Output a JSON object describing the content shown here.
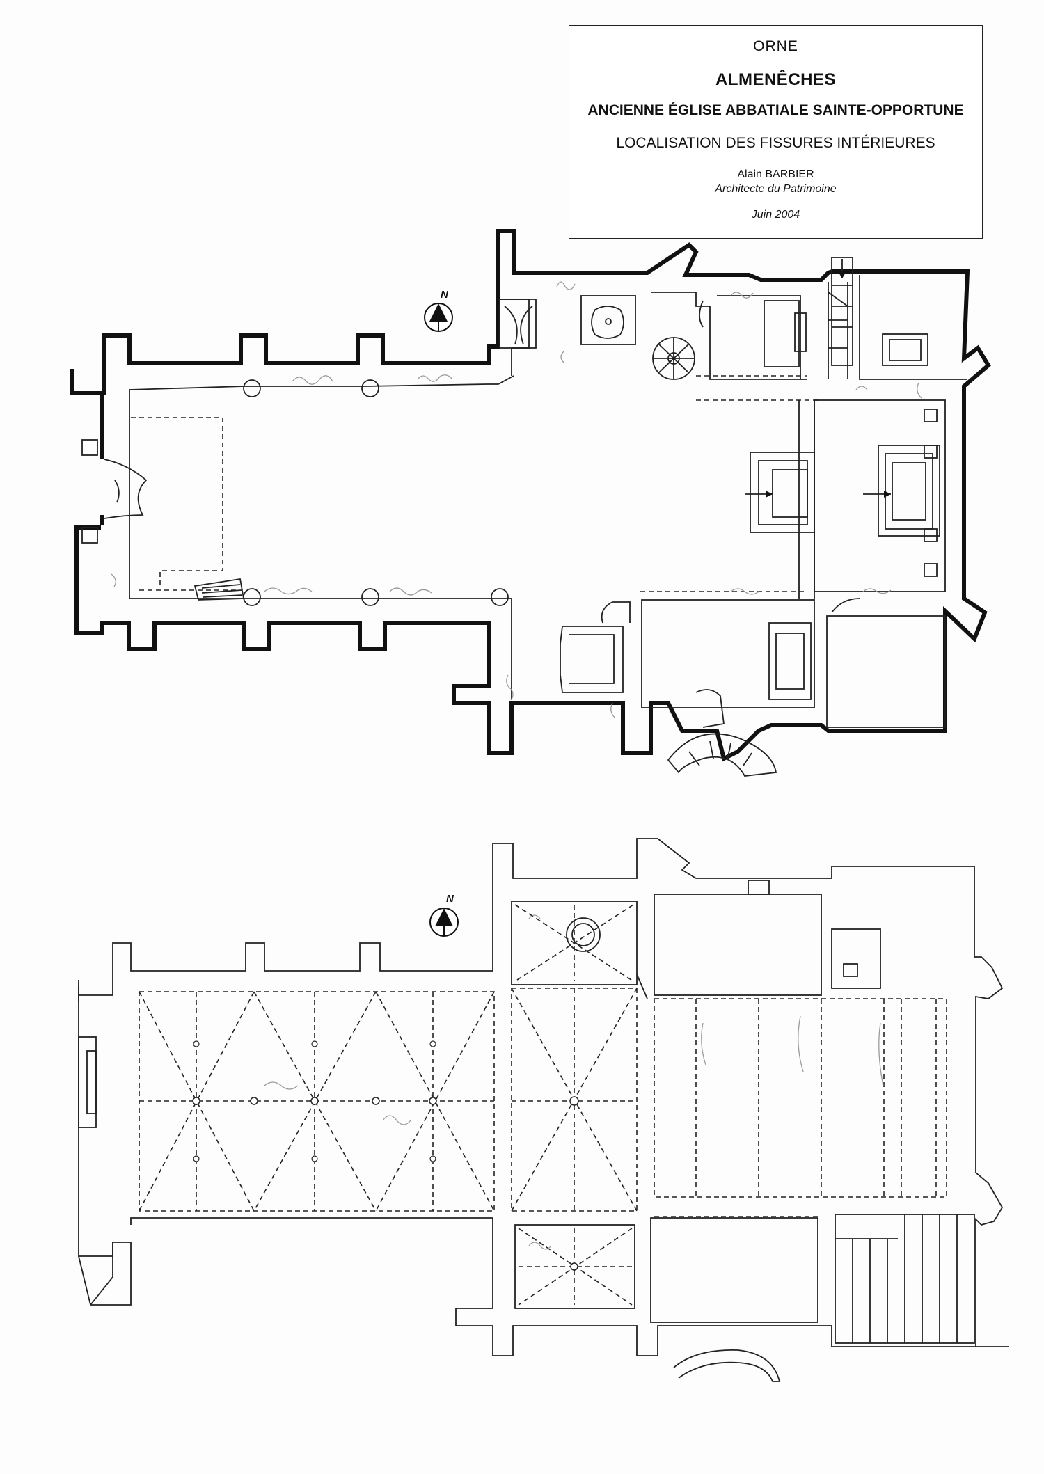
{
  "title_block": {
    "department": "ORNE",
    "town": "ALMENÊCHES",
    "church": "ANCIENNE ÉGLISE ABBATIALE SAINTE-OPPORTUNE",
    "subject": "LOCALISATION DES FISSURES INTÉRIEURES",
    "author": "Alain BARBIER",
    "author_role": "Architecte du Patrimoine",
    "date": "Juin 2004"
  },
  "plans": [
    {
      "id": "ground-floor-plan",
      "north_label": "N"
    },
    {
      "id": "vault-plan",
      "north_label": "N"
    }
  ]
}
